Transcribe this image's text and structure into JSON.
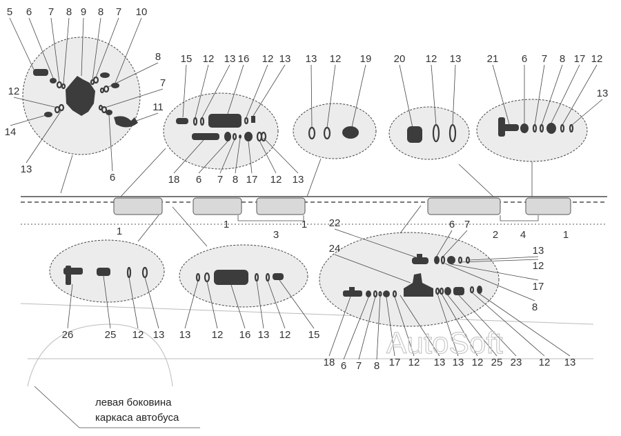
{
  "diagram": {
    "callouts": [
      "5",
      "6",
      "7",
      "8",
      "9",
      "8",
      "7",
      "10",
      "8",
      "7",
      "11",
      "12",
      "14",
      "13",
      "6",
      "15",
      "12",
      "13",
      "16",
      "12",
      "13",
      "18",
      "6",
      "7",
      "8",
      "17",
      "12",
      "13",
      "13",
      "12",
      "19",
      "20",
      "12",
      "13",
      "21",
      "6",
      "7",
      "8",
      "17",
      "12",
      "13",
      "1",
      "1",
      "3",
      "1",
      "2",
      "4",
      "1",
      "26",
      "25",
      "12",
      "13",
      "13",
      "12",
      "16",
      "13",
      "12",
      "15",
      "22",
      "24",
      "6",
      "7",
      "13",
      "12",
      "17",
      "8",
      "18",
      "6",
      "7",
      "8",
      "17",
      "12",
      "13",
      "13",
      "12",
      "25",
      "23",
      "12",
      "13"
    ],
    "caption_line1": "левая боковина",
    "caption_line2": "каркаса автобуса",
    "watermark": "AutoSoft"
  }
}
